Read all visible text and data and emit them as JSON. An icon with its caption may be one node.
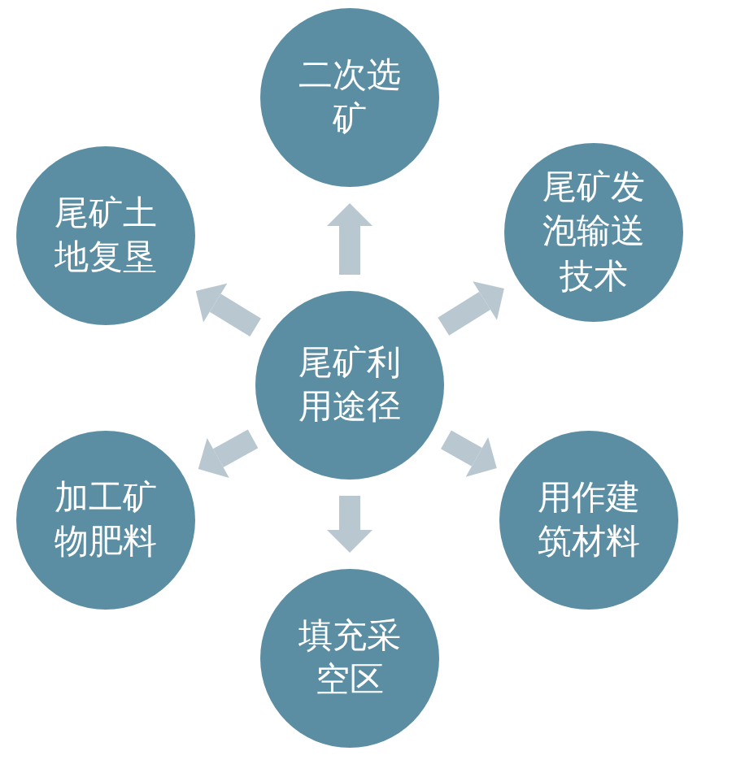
{
  "diagram": {
    "nodes": [
      {
        "text": [
          "尾矿利用途径"
        ]
      },
      {
        "text": [
          "二次选矿"
        ]
      },
      {
        "text": [
          "尾矿发泡输送技术"
        ]
      },
      {
        "text": [
          "用作建筑材料"
        ]
      },
      {
        "text": [
          "填充采空区"
        ]
      },
      {
        "text": [
          "加工矿物肥料"
        ]
      },
      {
        "text": [
          "尾矿土地复垦"
        ]
      }
    ],
    "edges": [
      {
        "from": 0,
        "to": 1,
        "arrow": "to"
      },
      {
        "from": 0,
        "to": 2,
        "arrow": "to"
      },
      {
        "from": 0,
        "to": 3,
        "arrow": "to"
      },
      {
        "from": 0,
        "to": 4,
        "arrow": "to"
      },
      {
        "from": 0,
        "to": 5,
        "arrow": "to"
      },
      {
        "from": 0,
        "to": 6,
        "arrow": "to"
      }
    ]
  }
}
